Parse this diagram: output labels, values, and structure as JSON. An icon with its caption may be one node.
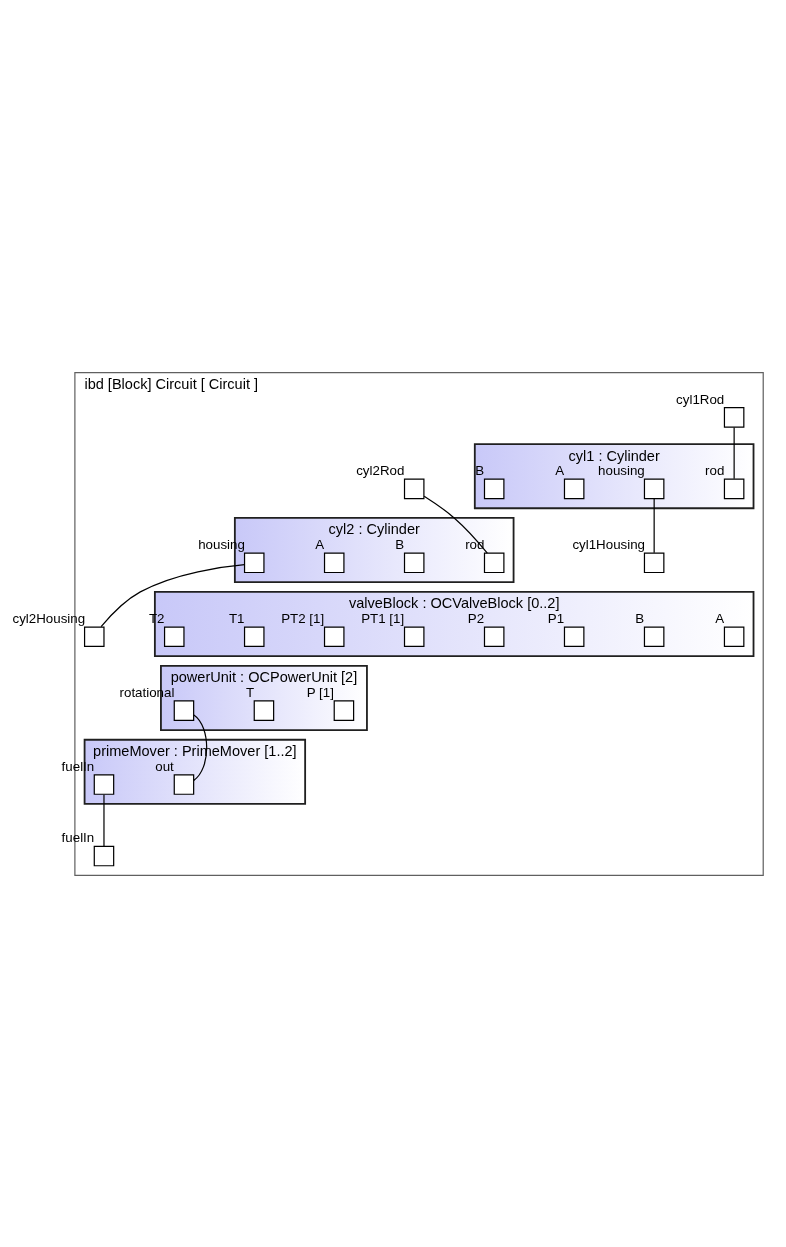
{
  "diagram": {
    "nodes": [
      {
        "text": [
          "ibd [Block] Circuit [ Circuit ]"
        ]
      },
      {
        "text": [],
        "shape": "box",
        "beside": [
          "cyl1Rod"
        ],
        "in": 0
      },
      {
        "text": [
          "cyl1 : Cylinder"
        ],
        "in": 0
      },
      {
        "text": [],
        "shape": "box",
        "beside": [
          "rod"
        ],
        "in": 2
      },
      {
        "text": [],
        "shape": "box",
        "beside": [
          "housing"
        ],
        "in": 2
      },
      {
        "text": [],
        "shape": "box",
        "beside": [
          "A"
        ],
        "in": 2
      },
      {
        "text": [],
        "shape": "box",
        "beside": [
          "B"
        ],
        "in": 2
      },
      {
        "text": [],
        "shape": "box",
        "beside": [
          "cyl1Housing"
        ],
        "in": 0
      },
      {
        "text": [],
        "shape": "box",
        "beside": [
          "cyl2Rod"
        ],
        "in": 0
      },
      {
        "text": [
          "cyl2 : Cylinder"
        ],
        "in": 0
      },
      {
        "text": [],
        "shape": "box",
        "beside": [
          "rod"
        ],
        "in": 9
      },
      {
        "text": [],
        "shape": "box",
        "beside": [
          "housing"
        ],
        "in": 9
      },
      {
        "text": [],
        "shape": "box",
        "beside": [
          "A"
        ],
        "in": 9
      },
      {
        "text": [],
        "shape": "box",
        "beside": [
          "B"
        ],
        "in": 9
      },
      {
        "text": [],
        "shape": "box",
        "beside": [
          "cyl2Housing"
        ],
        "in": 0
      },
      {
        "text": [
          "valveBlock : OCValveBlock [0..2]"
        ],
        "in": 0
      },
      {
        "text": [],
        "shape": "box",
        "beside": [
          "A"
        ],
        "in": 15
      },
      {
        "text": [],
        "shape": "box",
        "beside": [
          "B"
        ],
        "in": 15
      },
      {
        "text": [],
        "shape": "box",
        "beside": [
          "P1"
        ],
        "in": 15
      },
      {
        "text": [],
        "shape": "box",
        "beside": [
          "P2"
        ],
        "in": 15
      },
      {
        "text": [],
        "shape": "box",
        "beside": [
          "PT1 [1]"
        ],
        "in": 15
      },
      {
        "text": [],
        "shape": "box",
        "beside": [
          "PT2 [1]"
        ],
        "in": 15
      },
      {
        "text": [],
        "shape": "box",
        "beside": [
          "T1"
        ],
        "in": 15
      },
      {
        "text": [],
        "shape": "box",
        "beside": [
          "T2"
        ],
        "in": 15
      },
      {
        "text": [
          "powerUnit : OCPowerUnit [2]"
        ],
        "in": 0
      },
      {
        "text": [],
        "shape": "box",
        "beside": [
          "P [1]"
        ],
        "in": 24
      },
      {
        "text": [],
        "shape": "box",
        "beside": [
          "T"
        ],
        "in": 24
      },
      {
        "text": [],
        "shape": "box",
        "beside": [
          "rotational"
        ],
        "in": 24
      },
      {
        "text": [
          "primeMover : PrimeMover [1..2]"
        ],
        "in": 0
      },
      {
        "text": [],
        "shape": "box",
        "beside": [
          "out"
        ],
        "in": 28
      },
      {
        "text": [],
        "shape": "box",
        "beside": [
          "fuelIn"
        ],
        "in": 28
      },
      {
        "text": [],
        "shape": "box",
        "beside": [
          "fuelIn"
        ],
        "in": 0
      }
    ],
    "edges": [
      {
        "from": 1,
        "to": 3,
        "arrow": "none"
      },
      {
        "from": 4,
        "to": 7,
        "arrow": "none"
      },
      {
        "from": 8,
        "to": 10,
        "arrow": "none"
      },
      {
        "from": 11,
        "to": 14,
        "arrow": "none"
      },
      {
        "from": 27,
        "to": 29,
        "arrow": "none"
      },
      {
        "from": 30,
        "to": 31,
        "arrow": "none"
      }
    ]
  }
}
